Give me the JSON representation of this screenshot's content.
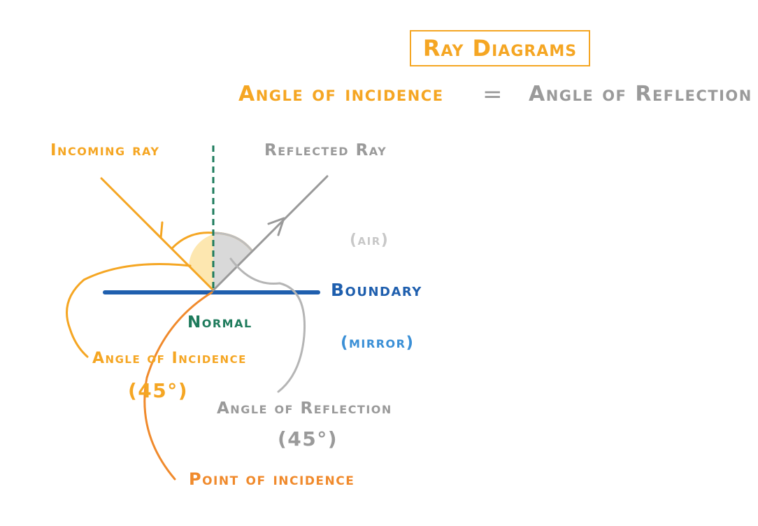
{
  "title": "Ray Diagrams",
  "equation": {
    "left": "Angle of incidence",
    "equals": "=",
    "right": "Angle of Reflection"
  },
  "labels": {
    "incoming_ray": "Incoming ray",
    "reflected_ray": "Reflected Ray",
    "air": "(air)",
    "boundary": "Boundary",
    "mirror": "(mirror)",
    "normal": "Normal",
    "angle_of_incidence": "Angle of Incidence",
    "angle_of_incidence_value": "(45°)",
    "angle_of_reflection": "Angle of Reflection",
    "angle_of_reflection_value": "(45°)",
    "point_of_incidence": "Point of incidence"
  },
  "colors": {
    "orange": "#f5a623",
    "dark_orange": "#f08a2c",
    "gray": "#9a9a9a",
    "light_gray": "#bdbdbd",
    "blue": "#1f5fae",
    "light_blue": "#3a8fd6",
    "green": "#1e7b5c",
    "incidence_fill": "#fde7b0",
    "reflection_fill": "#d9d9d9"
  }
}
